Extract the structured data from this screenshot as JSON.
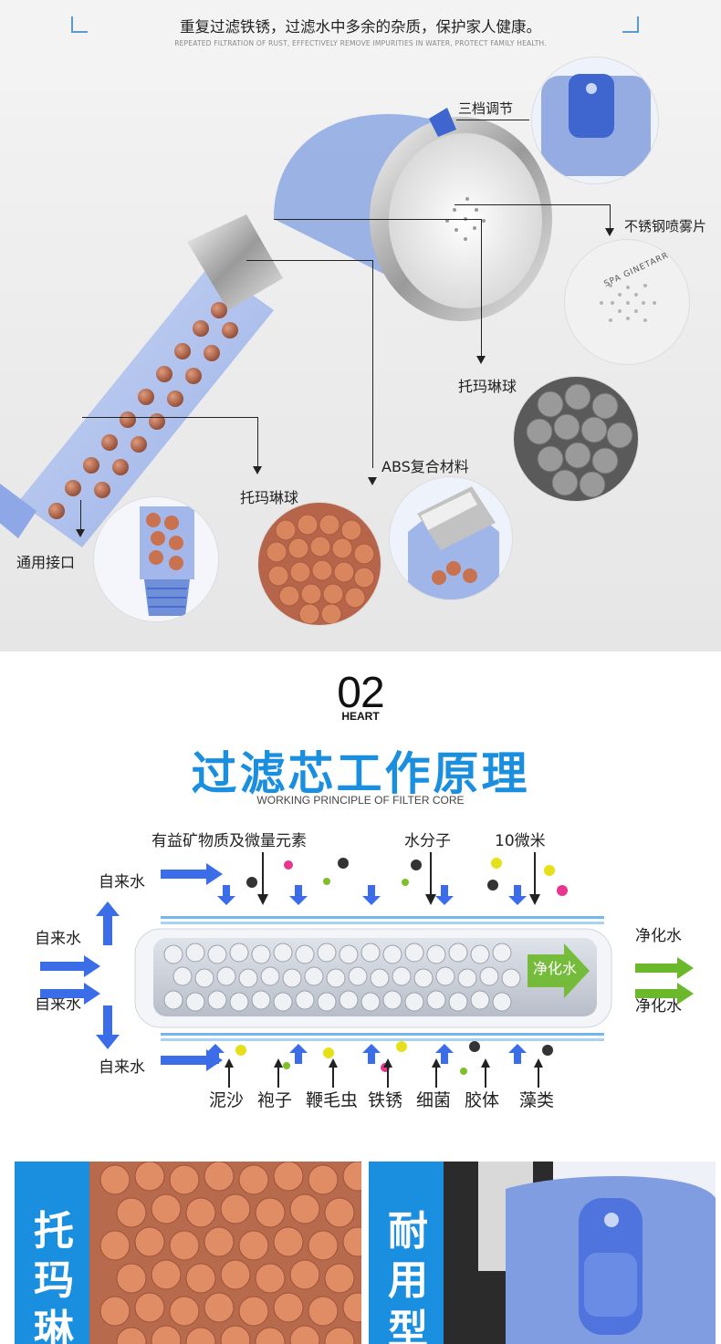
{
  "sec1": {
    "headline": "重复过滤铁锈，过滤水中多余的杂质，保护家人健康。",
    "headline_en": "REPEATED FILTRATION OF RUST, EFFECTIVELY REMOVE IMPURITIES IN WATER, PROTECT FAMILY HEALTH.",
    "labels": {
      "three_gear": "三档调节",
      "stainless_plate": "不锈钢喷雾片",
      "tourmaline_1": "托玛琳球",
      "abs": "ABS复合材料",
      "tourmaline_2": "托玛琳球",
      "universal": "通用接口"
    },
    "plate_text": "SPA GINETARR",
    "colors": {
      "accent": "#5a9bd5",
      "ball": "#c9724f",
      "body": "#6f8fd8"
    }
  },
  "sec2": {
    "number": "02",
    "heart": "HEART",
    "title": "过滤芯工作原理",
    "subtitle": "WORKING PRINCIPLE OF FILTER CORE",
    "top_labels": [
      "有益矿物质及微量元素",
      "水分子",
      "10微米"
    ],
    "inlet": "自来水",
    "outlet": "净化水",
    "core_label": "净化水",
    "bottom_labels": [
      "泥沙",
      "袍子",
      "鞭毛虫",
      "铁锈",
      "细菌",
      "胶体",
      "藻类"
    ],
    "colors": {
      "title": "#1a8fe0",
      "arrow_in": "#3b6de8",
      "arrow_out": "#6bb82a"
    }
  },
  "sec3": {
    "panel_left": "托玛琳球",
    "panel_right": "耐用型材"
  }
}
